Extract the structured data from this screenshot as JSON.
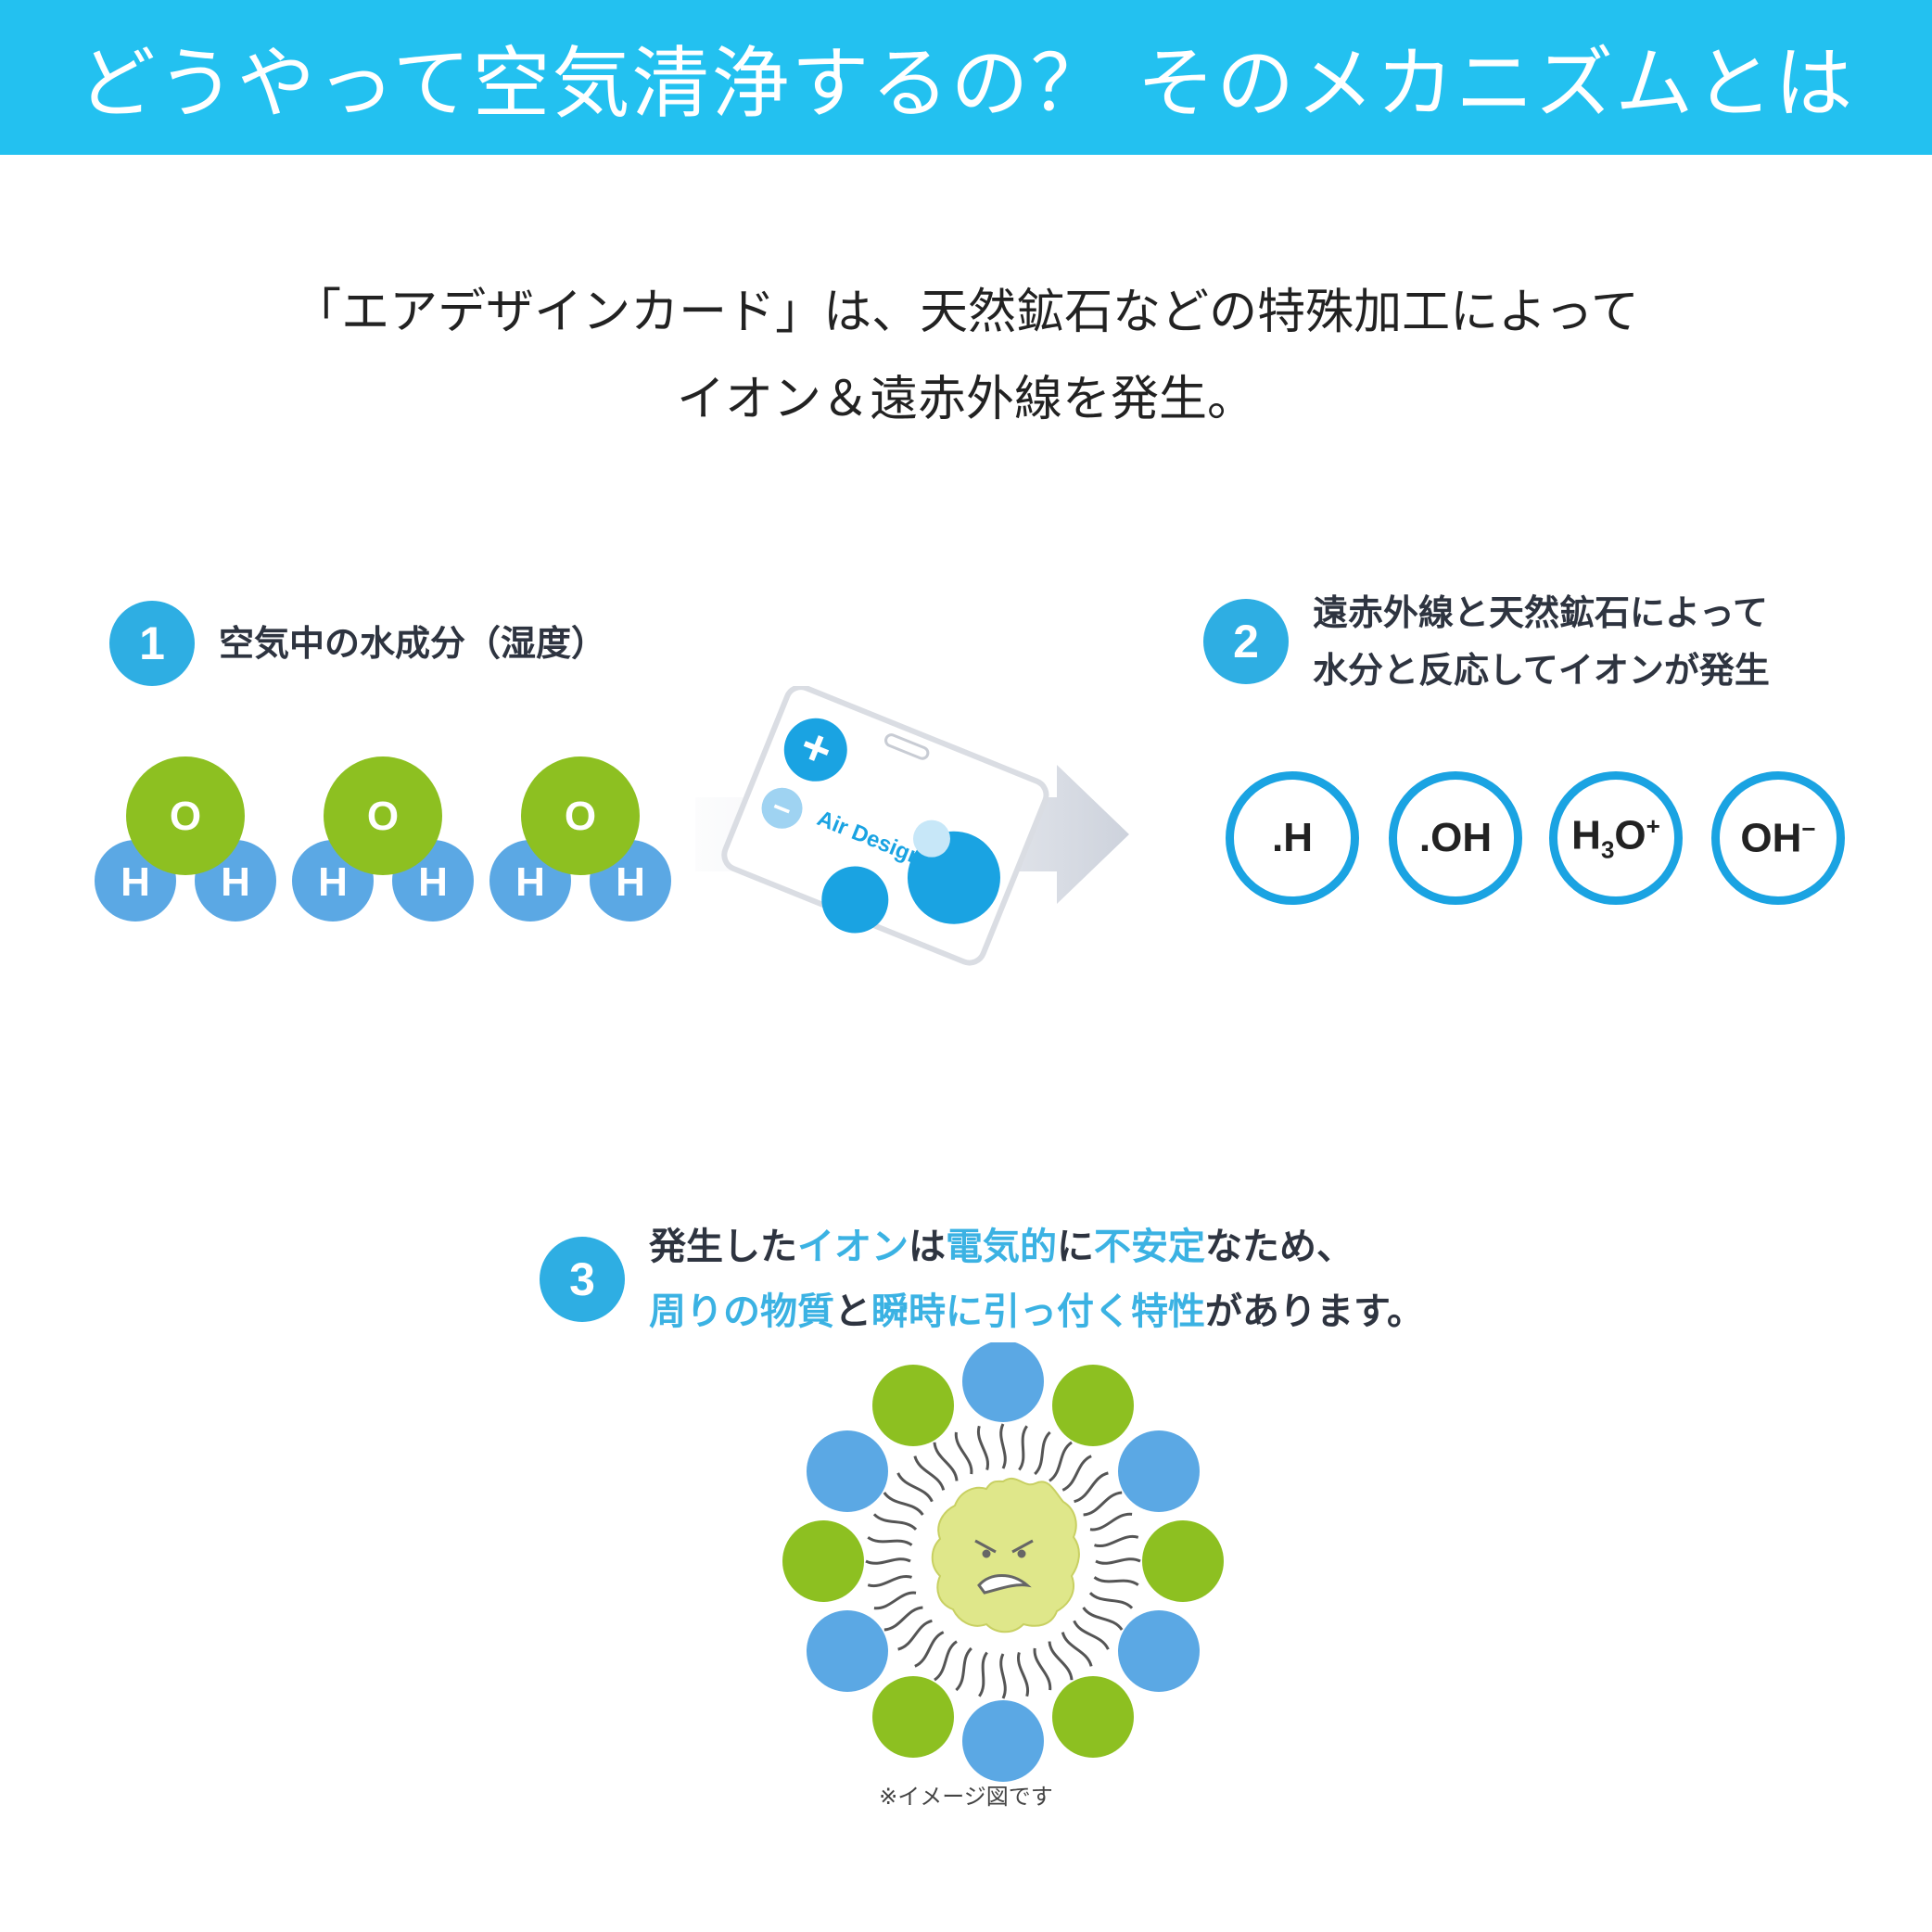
{
  "header": {
    "title": "どうやって空気清浄するの？ そのメカニズムとは"
  },
  "intro": {
    "line1": "「エアデザインカード」は、天然鉱石などの特殊加工によって",
    "line2": "イオン＆遠赤外線を発生。"
  },
  "step1": {
    "number": "1",
    "text": "空気中の水成分（湿度）",
    "molecules": [
      {
        "o": "O",
        "h1": "H",
        "h2": "H"
      },
      {
        "o": "O",
        "h1": "H",
        "h2": "H"
      },
      {
        "o": "O",
        "h1": "H",
        "h2": "H"
      }
    ]
  },
  "card": {
    "brand": "Air Design",
    "plus": "+",
    "minus": "−"
  },
  "step2": {
    "number": "2",
    "line1": "遠赤外線と天然鉱石によって",
    "line2": "水分と反応してイオンが発生",
    "ions": [
      {
        "base": ".H"
      },
      {
        "base": ".OH"
      },
      {
        "base": "H",
        "sub": "3",
        "base2": "O",
        "sup": "+"
      },
      {
        "base": "OH",
        "sup": "−"
      }
    ]
  },
  "step3": {
    "number": "3",
    "line1": [
      {
        "text": "発生した",
        "hl": false
      },
      {
        "text": "イオン",
        "hl": true
      },
      {
        "text": "は",
        "hl": false
      },
      {
        "text": "電気的",
        "hl": true
      },
      {
        "text": "に",
        "hl": false
      },
      {
        "text": "不安定",
        "hl": true
      },
      {
        "text": "なため、",
        "hl": false
      }
    ],
    "line2": [
      {
        "text": "周りの物質",
        "hl": true
      },
      {
        "text": "と",
        "hl": false
      },
      {
        "text": "瞬時に引っ付く特性",
        "hl": true
      },
      {
        "text": "があります。",
        "hl": false
      }
    ]
  },
  "note": "※イメージ図です",
  "colors": {
    "banner": "#23c1f0",
    "green": "#8dc021",
    "blue": "#5ba8e4",
    "ring": "#1aa3e2",
    "virus": "#dfe78a"
  }
}
